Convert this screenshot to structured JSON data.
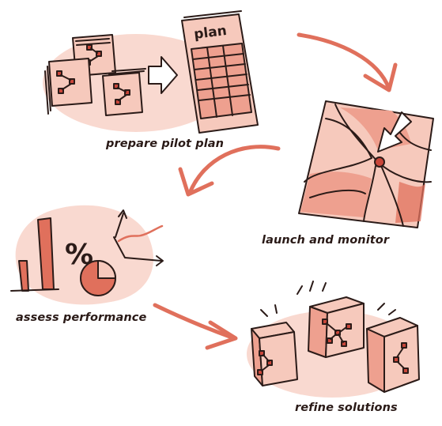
{
  "steps": {
    "prepare": {
      "caption": "prepare pilot plan",
      "document_label": "plan"
    },
    "launch": {
      "caption": "launch and monitor"
    },
    "assess": {
      "caption": "assess performance",
      "percent_symbol": "%"
    },
    "refine": {
      "caption": "refine solutions"
    }
  },
  "colors": {
    "blob": "#f9d9d0",
    "light": "#f6c9bc",
    "mid": "#eea08f",
    "accent": "#e0705c",
    "dark_red": "#c9463a",
    "ink": "#2b1b18"
  },
  "icons": [
    "cube-stack-icon",
    "arrow-right-icon",
    "plan-document-icon",
    "map-icon",
    "location-pin-icon",
    "bar-chart-icon",
    "percent-icon",
    "pie-chart-icon",
    "line-chart-icon",
    "cube-icon",
    "flow-arrow-icon"
  ]
}
